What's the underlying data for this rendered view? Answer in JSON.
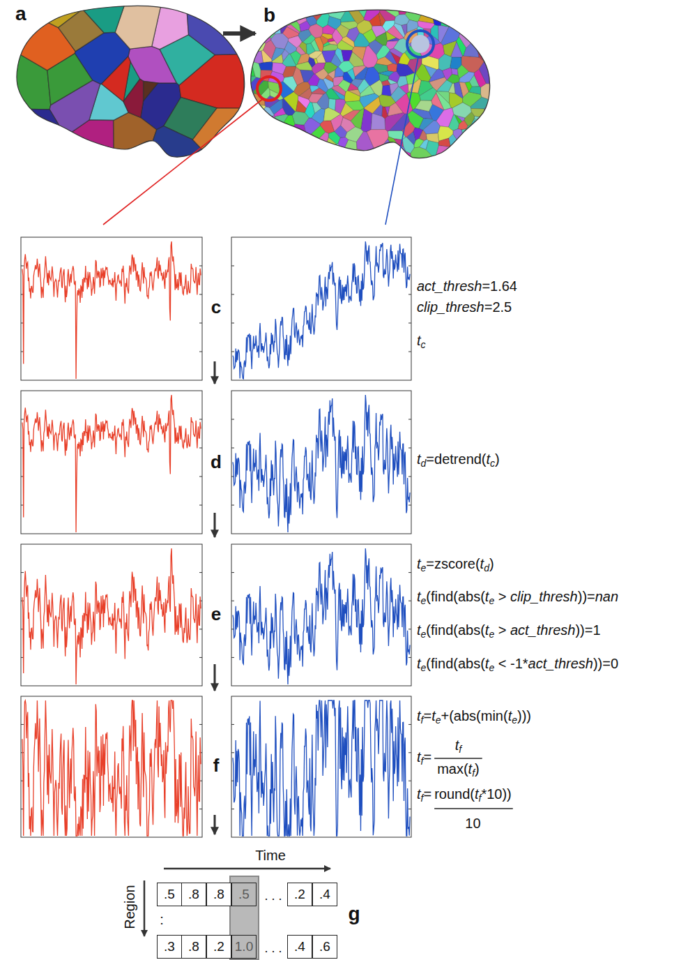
{
  "diagram": {
    "nodes": [
      {
        "text": [
          ".5"
        ]
      },
      {
        "text": [
          ".8"
        ]
      },
      {
        "text": [
          ".8"
        ]
      },
      {
        "text": [
          ".5"
        ]
      },
      {
        "text": [
          ".2"
        ]
      },
      {
        "text": [
          ".4"
        ]
      },
      {
        "text": [
          ".3"
        ]
      },
      {
        "text": [
          ".8"
        ]
      },
      {
        "text": [
          ".2"
        ]
      },
      {
        "text": [
          "1.0"
        ]
      },
      {
        "text": [
          ".4"
        ]
      },
      {
        "text": [
          ".6"
        ]
      }
    ],
    "labels": [
      "a",
      "b",
      "c",
      "d",
      "e",
      "f",
      "g",
      "act_thresh=1.64",
      "clip_thresh=2.5",
      "tc",
      "td=detrend(tc)",
      "te=zscore(td)",
      "te(find(abs(te > clip_thresh))=nan",
      "te(find(abs(te > act_thresh))=1",
      "te(find(abs(te < -1*act_thresh))=0",
      "tf=te+(abs(min(te)))",
      "tf=",
      "tf",
      "max(tf)",
      "tf=",
      "round(tf*10))",
      "10",
      "Time",
      "Region",
      ". . .",
      ". . .",
      ":"
    ]
  }
}
